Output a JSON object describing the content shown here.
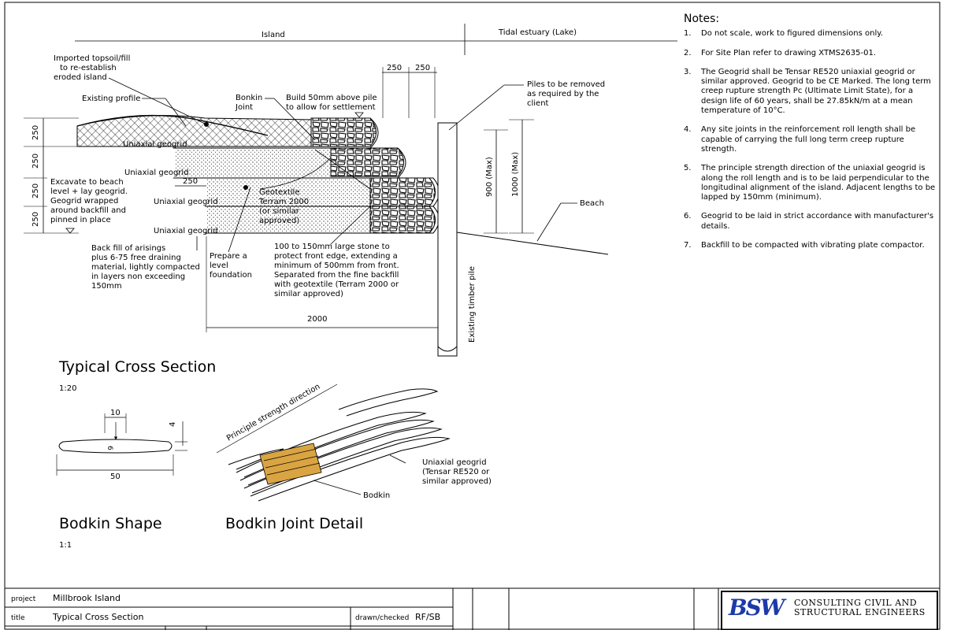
{
  "drawing": {
    "top_labels": {
      "island": "Island",
      "tidal": "Tidal estuary (Lake)"
    },
    "dims": {
      "d250a": "250",
      "d250b": "250",
      "d250c": "250",
      "d2000": "2000",
      "v250_1": "250",
      "v250_2": "250",
      "v250_3": "250",
      "v250_4": "250",
      "v900": "900 (Max)",
      "v1000": "1000 (Max)"
    },
    "callouts": {
      "topsoil": [
        "Imported topsoil/fill",
        "to re-establish",
        "eroded island"
      ],
      "existing_profile": "Existing profile",
      "bonkin": [
        "Bonkin",
        "Joint"
      ],
      "build": [
        "Build 50mm above pile",
        "to allow for settlement"
      ],
      "piles": [
        "Piles to be removed",
        "as required by the",
        "client"
      ],
      "geogrid1": "Uniaxial geogrid",
      "geogrid2": "Uniaxial geogrid",
      "geogrid3": "Uniaxial geogrid",
      "geogrid4": "Uniaxial geogrid",
      "excavate": [
        "Excavate to beach",
        "level + lay geogrid.",
        "Geogrid wrapped",
        "around backfill and",
        "pinned in place"
      ],
      "geotextile": [
        "Geotextile",
        "Terram 2000",
        "(or similar",
        "approved)"
      ],
      "beach": "Beach",
      "backfill": [
        "Back fill of arisings",
        "plus 6-75 free draining",
        "material, lightly compacted",
        "in layers non exceeding",
        "150mm"
      ],
      "prepare": [
        "Prepare a",
        "level",
        "foundation"
      ],
      "stone": [
        "100 to 150mm large stone to",
        "protect front edge, extending a",
        "minimum of 500mm from front.",
        "Separated from the fine backfill",
        "with geotextile (Terram 2000 or",
        "similar approved)"
      ],
      "timber_pile": "Existing timber pile"
    },
    "cross_section_title": "Typical Cross Section",
    "cross_section_scale": "1:20",
    "bodkin": {
      "title": "Bodkin Shape",
      "scale": "1:1",
      "d10": "10",
      "d4": "4",
      "d6": "6",
      "d50": "50"
    },
    "joint": {
      "title": "Bodkin Joint Detail",
      "direction": "Principle strength direction",
      "geogrid": [
        "Uniaxial geogrid",
        "(Tensar RE520 or",
        "similar approved)"
      ],
      "bodkin": "Bodkin"
    }
  },
  "notes": {
    "heading": "Notes:",
    "items": [
      {
        "num": "1.",
        "text": "Do not scale, work to figured dimensions only."
      },
      {
        "num": "2.",
        "text": "For Site Plan refer to drawing XTMS2635-01."
      },
      {
        "num": "3.",
        "text": "The Geogrid shall be Tensar RE520 uniaxial geogrid or similar approved. Geogrid to be CE Marked. The long term creep rupture strength Pc (Ultimate Limit State), for a design life of 60 years, shall be 27.85kN/m at a mean temperature of 10°C."
      },
      {
        "num": "4.",
        "text": "Any site joints in the reinforcement roll length shall be capable of carrying the full long term creep rupture strength."
      },
      {
        "num": "5.",
        "text": "The principle strength direction of the uniaxial geogrid is along the roll length and is to be laid perpendicular to the longitudinal alignment of the island. Adjacent lengths to be lapped by 150mm (minimum)."
      },
      {
        "num": "6.",
        "text": "Geogrid to be laid in strict accordance with manufacturer's details."
      },
      {
        "num": "7.",
        "text": "Backfill to be compacted with vibrating plate compactor."
      }
    ]
  },
  "title_block": {
    "project_label": "project",
    "project": "Millbrook Island",
    "title_label": "title",
    "title": "Typical Cross Section",
    "drawn_label": "drawn/checked",
    "drawn": "RF/SB",
    "logo": "BSW",
    "company": [
      "CONSULTING CIVIL AND",
      "STRUCTURAL ENGINEERS"
    ]
  },
  "colors": {
    "bodkin_fill": "#d9a441",
    "logo": "#1c3aa8"
  }
}
